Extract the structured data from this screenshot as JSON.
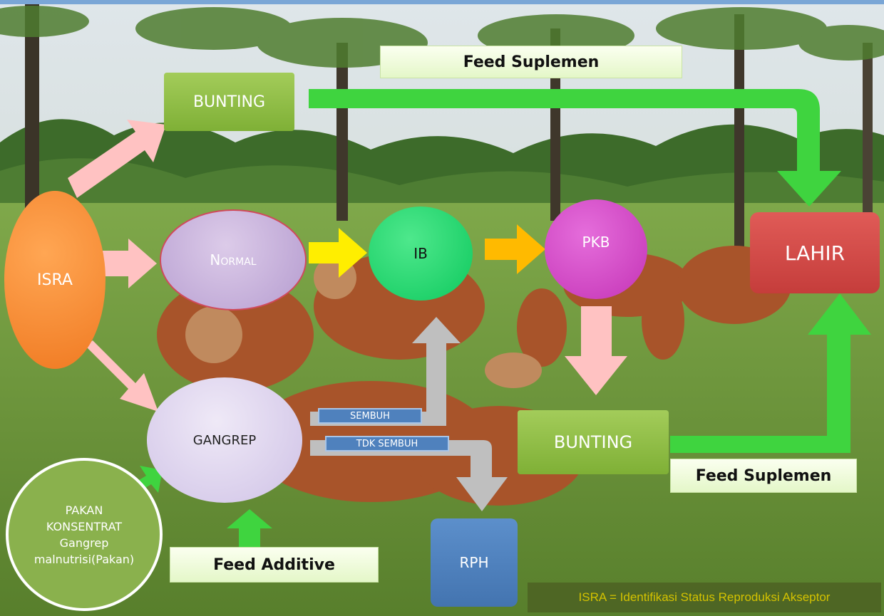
{
  "nodes": {
    "isra": "ISRA",
    "normal": "Normal",
    "gangrep": "GANGREP",
    "ib": "IB",
    "pkb": "PKB",
    "lahir": "LAHIR",
    "bunting_top": "BUNTING",
    "bunting_bottom": "BUNTING",
    "rph": "RPH",
    "pakan": "PAKAN KONSENTRAT Gangrep malnutrisi(Pakan)"
  },
  "labels": {
    "feed_suplemen_top": "Feed Suplemen",
    "feed_suplemen_bottom": "Feed Suplemen",
    "feed_additive": "Feed Additive",
    "sembuh": "SEMBUH",
    "tdk_sembuh": "TDK SEMBUH"
  },
  "footnote": "ISRA = Identifikasi Status Reproduksi Akseptor",
  "colors": {
    "isra": "#f7882f",
    "normal": "#c7b3dc",
    "gangrep": "#ddd5ee",
    "ib": "#22d36e",
    "pkb": "#d548c7",
    "lahir": "#d04a48",
    "bunting": "#8fbf3f",
    "rph": "#4f81bd",
    "pakan": "#8ab14d",
    "arrow_pink": "#ffc2c2",
    "arrow_green": "#3fd43f",
    "arrow_yellow": "#ffee00",
    "arrow_orange": "#ffba00",
    "arrow_gray": "#bfbfbf",
    "footnote_text": "#d4c200"
  }
}
